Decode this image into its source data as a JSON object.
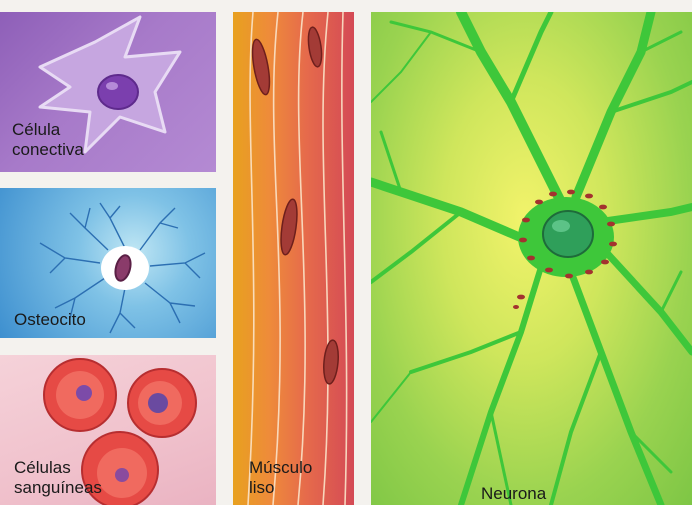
{
  "panels": {
    "conectiva": {
      "label_line1": "Célula",
      "label_line2": "conectiva"
    },
    "osteocito": {
      "label": "Osteocito"
    },
    "sangre": {
      "label_line1": "Células",
      "label_line2": "sanguíneas"
    },
    "musculo": {
      "label_line1": "Músculo",
      "label_line2": "liso"
    },
    "neurona": {
      "label": "Neurona"
    }
  },
  "colors": {
    "connective_bg": "#a77ac9",
    "osteocyte_bg": "#3d8fcf",
    "blood_bg": "#f0c1cc",
    "muscle_bg": "#e66b4b",
    "neuron_bg": "#cfe65c",
    "neuron_cell": "#3ec73a"
  }
}
